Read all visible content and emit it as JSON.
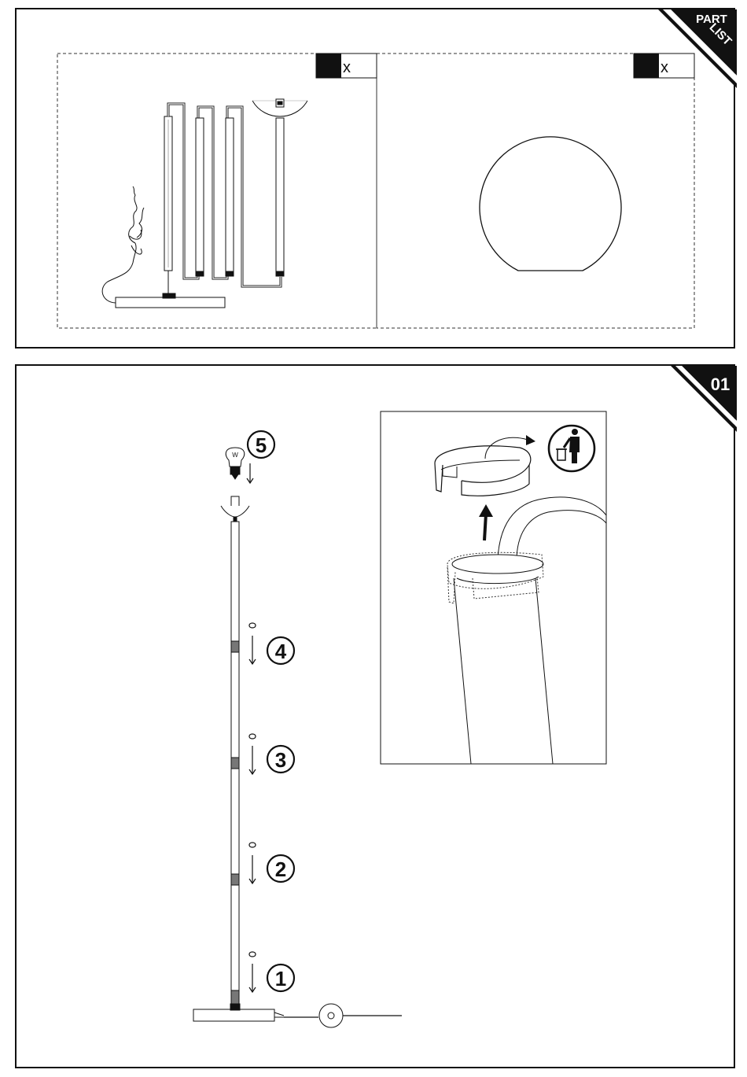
{
  "parts_list": {
    "corner_line1": "PART",
    "corner_line2": "LIST",
    "lamp_kit_qty": "x",
    "globe_qty": "x"
  },
  "step_one": {
    "corner_label": "01",
    "steps": [
      "5",
      "4",
      "3",
      "2",
      "1"
    ],
    "bulb_label": "W"
  }
}
